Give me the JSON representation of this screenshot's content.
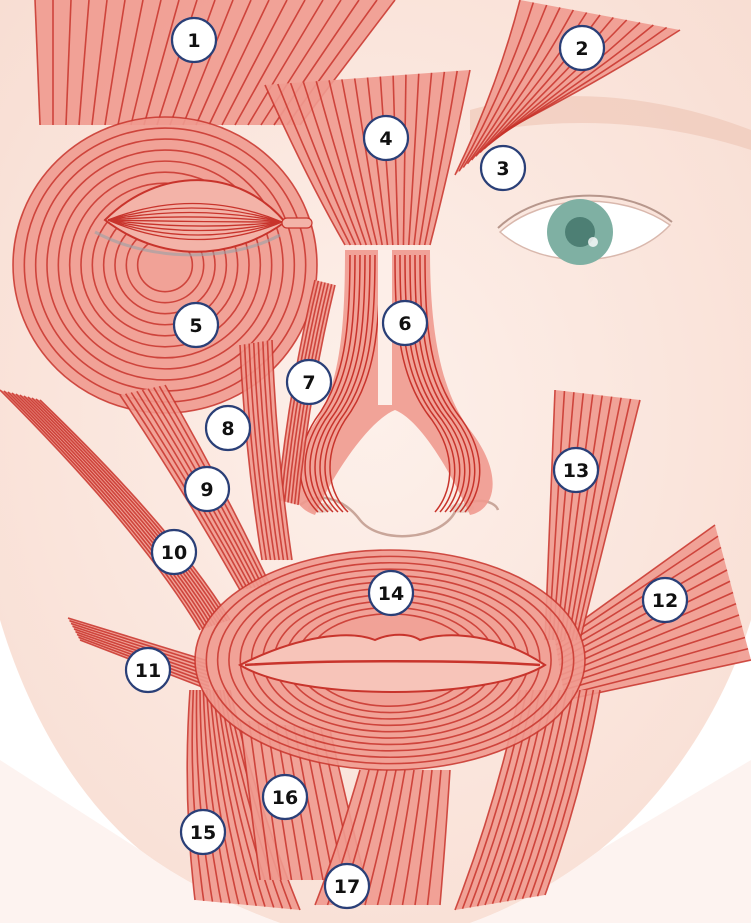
{
  "colors": {
    "skin": "#fbe7de",
    "skin_shade": "#f6d9cd",
    "muscle": "#ef9a8f",
    "fiber": "#c8342c",
    "label_ring": "#2a3f77",
    "iris": "#7fb0a3"
  },
  "labels": [
    "1",
    "2",
    "3",
    "4",
    "5",
    "6",
    "7",
    "8",
    "9",
    "10",
    "11",
    "12",
    "13",
    "14",
    "15",
    "16",
    "17"
  ]
}
